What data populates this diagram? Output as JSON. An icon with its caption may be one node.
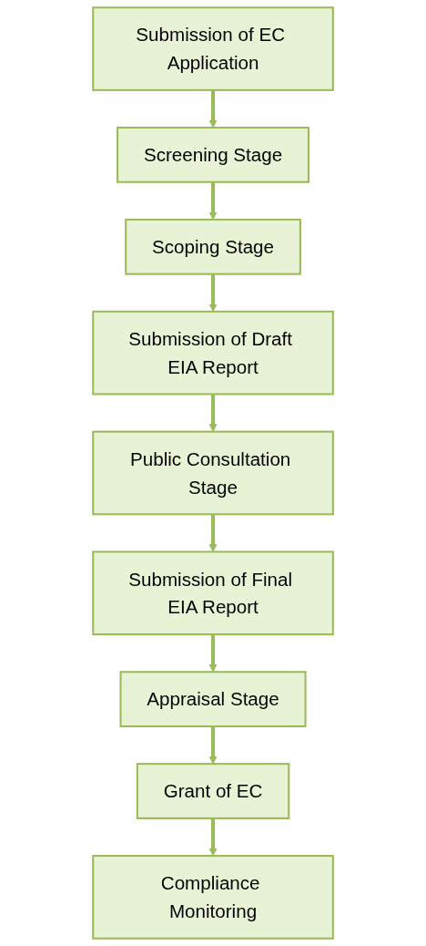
{
  "diagram": {
    "nodes": [
      {
        "text": [
          "Submission of EC Application"
        ]
      },
      {
        "text": [
          "Screening Stage"
        ]
      },
      {
        "text": [
          "Scoping Stage"
        ]
      },
      {
        "text": [
          "Submission of Draft EIA Report"
        ]
      },
      {
        "text": [
          "Public Consultation Stage"
        ]
      },
      {
        "text": [
          "Submission of Final EIA Report"
        ]
      },
      {
        "text": [
          "Appraisal Stage"
        ]
      },
      {
        "text": [
          "Grant of EC"
        ]
      },
      {
        "text": [
          "Compliance Monitoring"
        ]
      }
    ],
    "edges": [
      {
        "from": 0,
        "to": 1,
        "arrow": "to"
      },
      {
        "from": 1,
        "to": 2,
        "arrow": "to"
      },
      {
        "from": 2,
        "to": 3,
        "arrow": "to"
      },
      {
        "from": 3,
        "to": 4,
        "arrow": "to"
      },
      {
        "from": 4,
        "to": 5,
        "arrow": "to"
      },
      {
        "from": 5,
        "to": 6,
        "arrow": "to"
      },
      {
        "from": 6,
        "to": 7,
        "arrow": "to"
      },
      {
        "from": 7,
        "to": 8,
        "arrow": "to"
      }
    ]
  }
}
